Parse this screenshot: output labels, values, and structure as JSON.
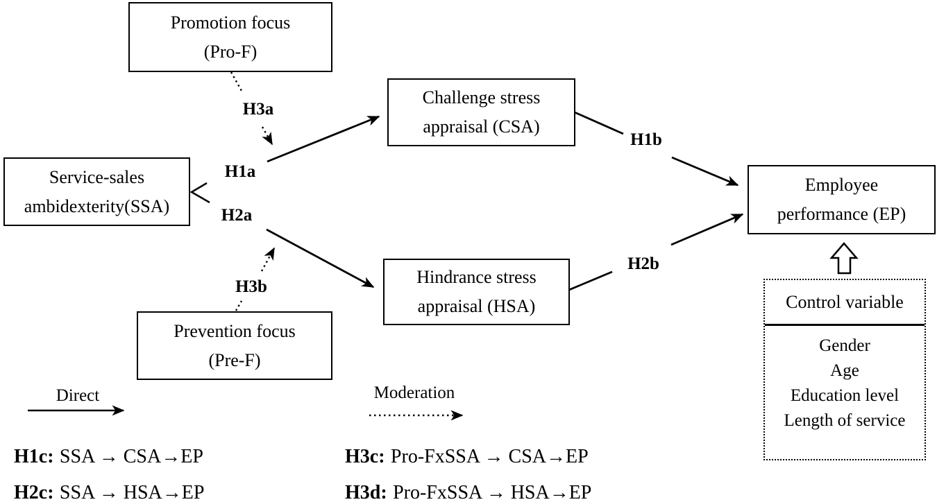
{
  "diagram": {
    "boxes": {
      "promotion": {
        "line1": "Promotion focus",
        "line2": "(Pro-F)"
      },
      "ssa": {
        "line1": "Service-sales",
        "line2": "ambidexterity(SSA)"
      },
      "csa": {
        "line1": "Challenge stress",
        "line2": "appraisal (CSA)"
      },
      "hsa": {
        "line1": "Hindrance stress",
        "line2": "appraisal (HSA)"
      },
      "ep": {
        "line1": "Employee",
        "line2": "performance (EP)"
      }
    },
    "path_labels": {
      "h3a": "H3a",
      "h1a": "H1a",
      "h2a": "H2a",
      "h3b": "H3b",
      "h1b": "H1b",
      "h2b": "H2b"
    },
    "control_box": {
      "title": "Control variable",
      "items": [
        "Gender",
        "Age",
        "Education level",
        "Length of service"
      ]
    },
    "legend": {
      "direct": "Direct",
      "moderation": "Moderation"
    },
    "hypotheses": [
      {
        "prefix": "H1c:",
        "rest": "SSA → CSA→EP"
      },
      {
        "prefix": "H2c:",
        "rest": "SSA → HSA→EP"
      },
      {
        "prefix": "H3c:",
        "rest": "Pro-FxSSA → CSA→EP"
      },
      {
        "prefix": "H3d:",
        "rest": "Pro-FxSSA → HSA→EP"
      }
    ],
    "colors": {
      "line": "#000000",
      "background": "#ffffff"
    }
  }
}
